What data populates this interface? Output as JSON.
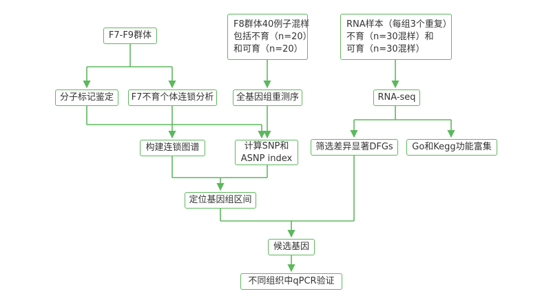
{
  "colors": {
    "accent": "#5cb85c",
    "text": "#333333"
  },
  "nodes": {
    "f7f9": "F7-F9群体",
    "f8mix": [
      "F8群体40例子混样",
      "包括不育（n=20）",
      "和可育（n=20）"
    ],
    "rnasample": [
      "RNA样本（每组3个重复）",
      "不育（n=30混样）和",
      "可育（n=30混样）"
    ],
    "marker": "分子标记鉴定",
    "f7link": "F7不育个体连锁分析",
    "wgs": "全基因组重测序",
    "rnaseq": "RNA-seq",
    "linkmap": "构建连锁图谱",
    "snp": [
      "计算SNP和",
      "ASNP index"
    ],
    "dfgs": "筛选差异显著DFGs",
    "gokegg": "Go和Kegg功能富集",
    "locate": "定位基因组区间",
    "candidate": "候选基因",
    "qpcr": "不同组织中qPCR验证"
  }
}
